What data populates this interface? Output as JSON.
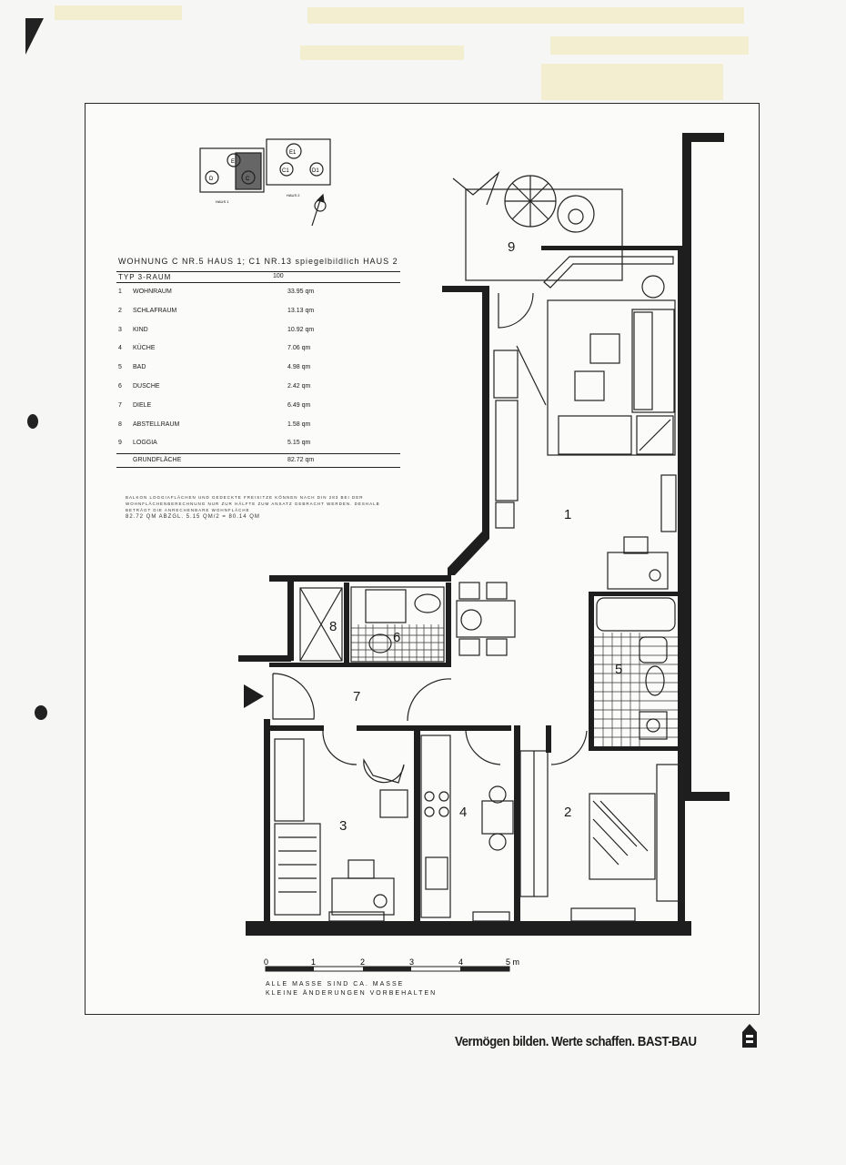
{
  "plan": {
    "apartment_line": "WOHNUNG C NR.5 HAUS 1; C1 NR.13 spiegelbildlich HAUS 2",
    "type_label": "TYP 3-RAUM",
    "type_code": "100",
    "rooms": [
      {
        "num": "1",
        "name": "WOHNRAUM",
        "area": "33.95 qm"
      },
      {
        "num": "2",
        "name": "SCHLAFRAUM",
        "area": "13.13 qm"
      },
      {
        "num": "3",
        "name": "KIND",
        "area": "10.92 qm"
      },
      {
        "num": "4",
        "name": "KÜCHE",
        "area": "7.06 qm"
      },
      {
        "num": "5",
        "name": "BAD",
        "area": "4.98 qm"
      },
      {
        "num": "6",
        "name": "DUSCHE",
        "area": "2.42 qm"
      },
      {
        "num": "7",
        "name": "DIELE",
        "area": "6.49 qm"
      },
      {
        "num": "8",
        "name": "ABSTELLRAUM",
        "area": "1.58 qm"
      },
      {
        "num": "9",
        "name": "LOGGIA",
        "area": "5.15 qm"
      }
    ],
    "total_label": "GRUNDFLÄCHE",
    "total_area": "82.72 qm",
    "note_text": "BALKON LOGGIAFLÄCHEN UND GEDECKTE FREISITZE KÖNNEN NACH DIN 283 BEI DER WOHNFLÄCHENBERECHNUNG NUR ZUR HÄLFTE ZUM ANSATZ GEBRACHT WERDEN. DESHALB BETRÄGT DIE ANRECHENBARE WOHNFLÄCHE",
    "note_sum": "82.72 qm  abzgl. 5.15 qm/2  =  80.14 qm",
    "key_labels": [
      "D",
      "E",
      "C",
      "E1",
      "C1",
      "D1"
    ],
    "key_house_labels": [
      "HAUS 1",
      "HAUS 2"
    ],
    "room_numbers_on_plan": [
      "9",
      "1",
      "5",
      "8",
      "6",
      "7",
      "3",
      "4",
      "2"
    ],
    "scale_ticks": [
      "0",
      "1",
      "2",
      "3",
      "4",
      "5 m"
    ],
    "scale_note_1": "ALLE MASSE SIND CA. MASSE",
    "scale_note_2": "KLEINE ÄNDERUNGEN VORBEHALTEN"
  },
  "footer": {
    "slogan": "Vermögen bilden. Werte schaffen. BAST-BAU"
  },
  "colors": {
    "ink": "#1b1b1b",
    "paper": "#fbfbfa",
    "tape": "#f3ecc6"
  }
}
